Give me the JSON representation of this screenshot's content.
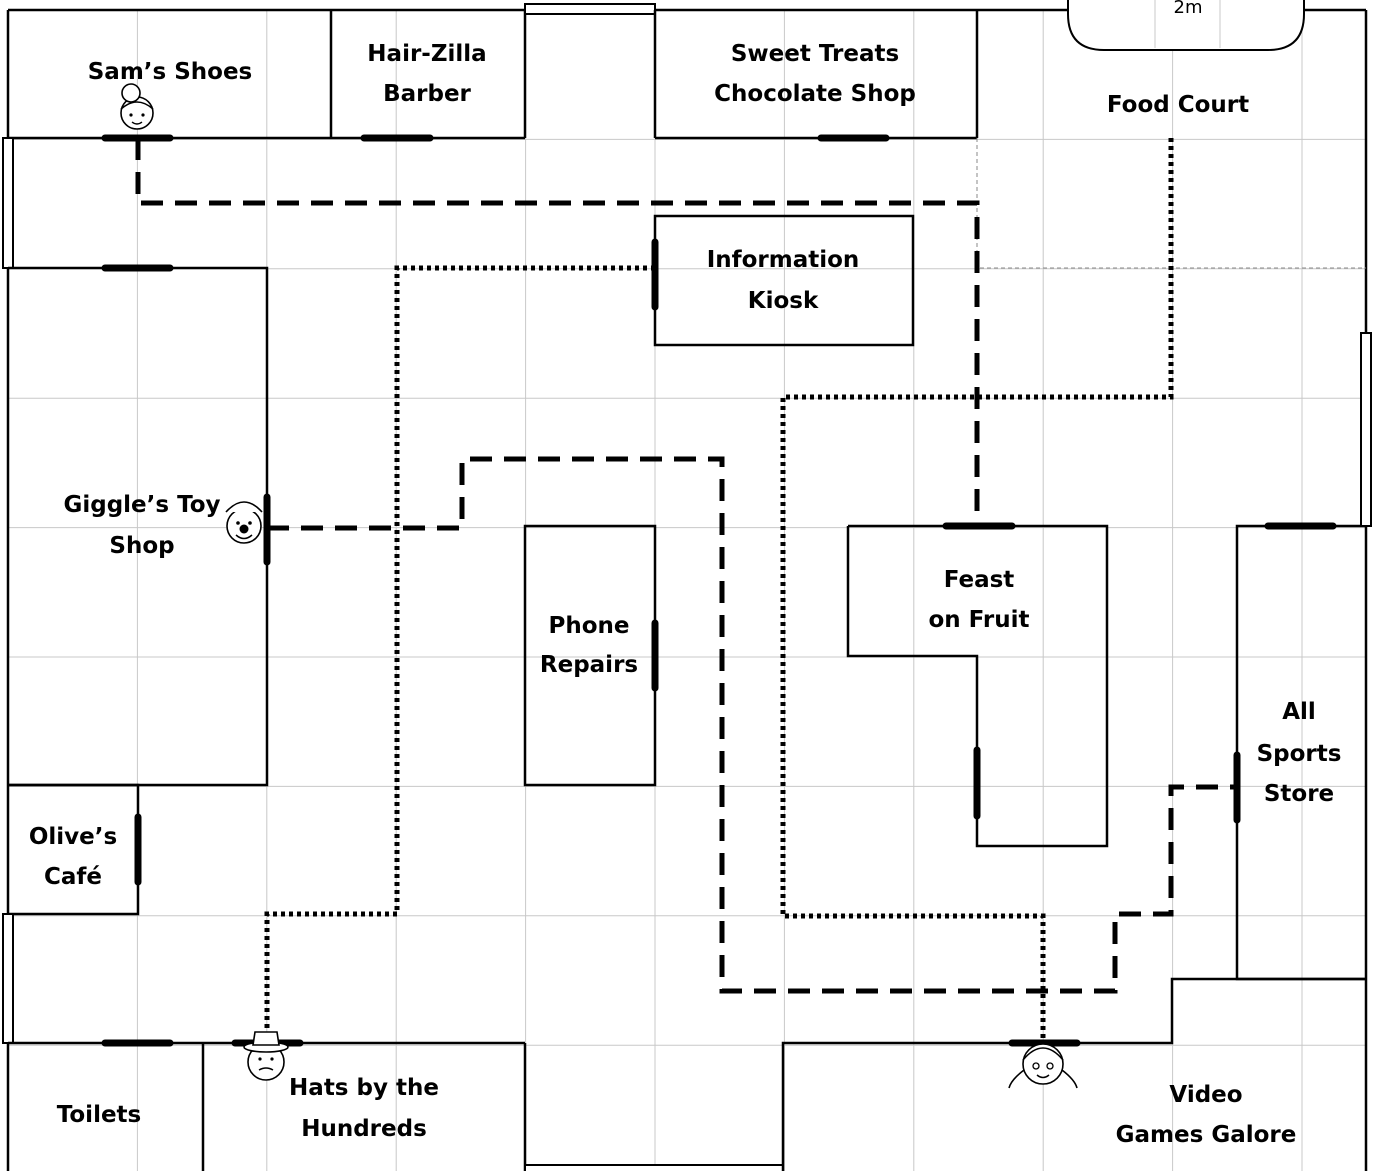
{
  "scale_label": "2m",
  "stores": {
    "sams_shoes": "Sam’s Shoes",
    "hairzilla_l1": "Hair-Zilla",
    "hairzilla_l2": "Barber",
    "sweet_l1": "Sweet Treats",
    "sweet_l2": "Chocolate Shop",
    "food_court": "Food Court",
    "info_l1": "Information",
    "info_l2": "Kiosk",
    "giggle_l1": "Giggle’s Toy",
    "giggle_l2": "Shop",
    "phone_l1": "Phone",
    "phone_l2": "Repairs",
    "feast_l1": "Feast",
    "feast_l2": "on Fruit",
    "sports_l1": "All",
    "sports_l2": "Sports",
    "sports_l3": "Store",
    "olive_l1": "Olive’s",
    "olive_l2": "Café",
    "toilets": "Toilets",
    "hats_l1": "Hats by the",
    "hats_l2": "Hundreds",
    "video_l1": "Video",
    "video_l2": "Games Galore"
  },
  "characters": [
    "grandma-icon",
    "clown-icon",
    "old-man-hat-icon",
    "girl-pigtails-icon"
  ],
  "paths": [
    "dashed-route",
    "dotted-route"
  ]
}
